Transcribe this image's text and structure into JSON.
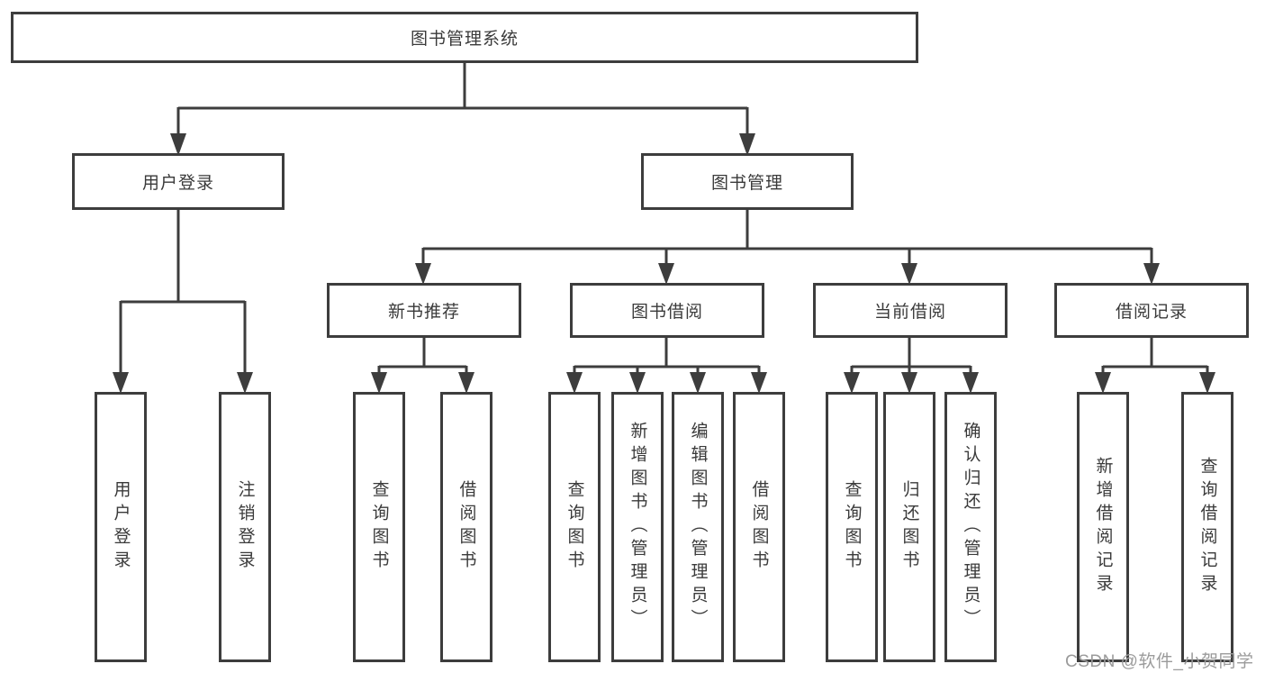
{
  "diagram": {
    "root": {
      "label": "图书管理系统"
    },
    "login_branch": {
      "label": "用户登录",
      "children": [
        {
          "label": "用户登录"
        },
        {
          "label": "注销登录"
        }
      ]
    },
    "mgmt_branch": {
      "label": "图书管理",
      "groups": [
        {
          "label": "新书推荐",
          "children": [
            {
              "label": "查询图书"
            },
            {
              "label": "借阅图书"
            }
          ]
        },
        {
          "label": "图书借阅",
          "children": [
            {
              "label": "查询图书"
            },
            {
              "label": "新增图书（管理员）"
            },
            {
              "label": "编辑图书（管理员）"
            },
            {
              "label": "借阅图书"
            }
          ]
        },
        {
          "label": "当前借阅",
          "children": [
            {
              "label": "查询图书"
            },
            {
              "label": "归还图书"
            },
            {
              "label": "确认归还（管理员）"
            }
          ]
        },
        {
          "label": "借阅记录",
          "children": [
            {
              "label": "新增借阅记录"
            },
            {
              "label": "查询借阅记录"
            }
          ]
        }
      ]
    },
    "watermark": "CSDN @软件_小贺同学",
    "colors": {
      "line": "#3d3d3d",
      "text": "#3a3a3a",
      "watermark": "#9b9b9b",
      "background": "#ffffff"
    }
  }
}
